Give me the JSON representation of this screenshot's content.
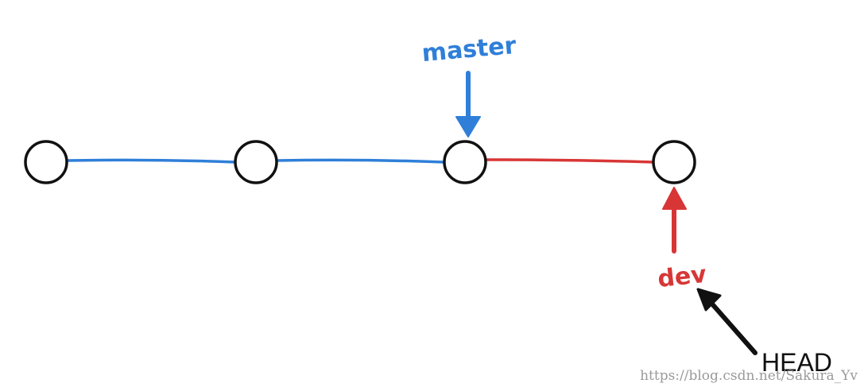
{
  "colors": {
    "master_branch": "#2f7fd8",
    "dev_branch": "#d83636",
    "head_pointer": "#111111",
    "commit_stroke": "#111111",
    "commit_fill": "#ffffff",
    "watermark": "#9a9a9a"
  },
  "commits": [
    {
      "id": "c1"
    },
    {
      "id": "c2"
    },
    {
      "id": "c3"
    },
    {
      "id": "c4"
    }
  ],
  "edges": [
    {
      "from": "c1",
      "to": "c2",
      "branch": "master"
    },
    {
      "from": "c2",
      "to": "c3",
      "branch": "master"
    },
    {
      "from": "c3",
      "to": "c4",
      "branch": "dev"
    }
  ],
  "pointers": {
    "master": {
      "label": "master",
      "target": "c3"
    },
    "dev": {
      "label": "dev",
      "target": "c4"
    },
    "head": {
      "label": "HEAD",
      "target": "dev"
    }
  },
  "watermark": "https://blog.csdn.net/Sakura_Yv"
}
